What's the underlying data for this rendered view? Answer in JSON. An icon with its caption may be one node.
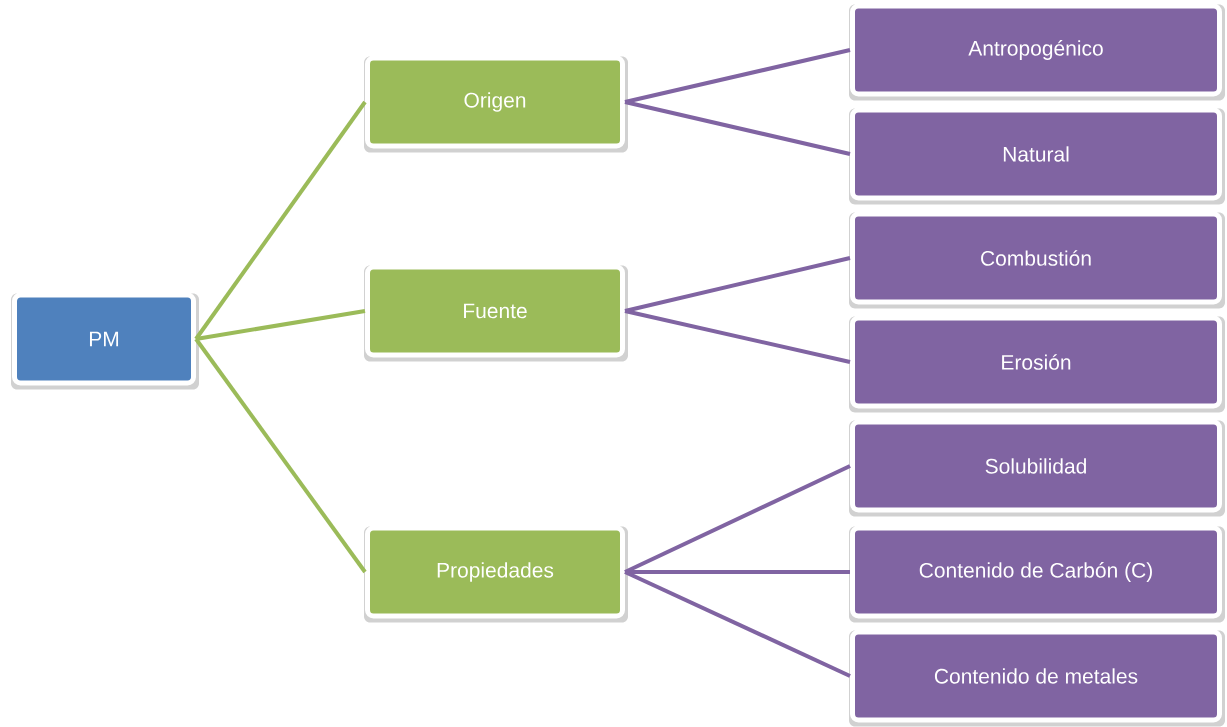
{
  "diagram": {
    "nodes": [
      {
        "text": [
          "PM"
        ]
      },
      {
        "text": [
          "Origen"
        ]
      },
      {
        "text": [
          "Fuente"
        ]
      },
      {
        "text": [
          "Propiedades"
        ]
      },
      {
        "text": [
          "Antropogénico"
        ]
      },
      {
        "text": [
          "Natural"
        ]
      },
      {
        "text": [
          "Combustión"
        ]
      },
      {
        "text": [
          "Erosión"
        ]
      },
      {
        "text": [
          "Solubilidad"
        ]
      },
      {
        "text": [
          "Contenido de Carbón (C)"
        ]
      },
      {
        "text": [
          "Contenido de metales"
        ]
      }
    ],
    "edges": [
      {
        "from": 0,
        "to": 1,
        "arrow": "none",
        "color": "#9bbb59"
      },
      {
        "from": 0,
        "to": 2,
        "arrow": "none",
        "color": "#9bbb59"
      },
      {
        "from": 0,
        "to": 3,
        "arrow": "none",
        "color": "#9bbb59"
      },
      {
        "from": 1,
        "to": 4,
        "arrow": "none"
      },
      {
        "from": 1,
        "to": 5,
        "arrow": "none"
      },
      {
        "from": 2,
        "to": 6,
        "arrow": "none"
      },
      {
        "from": 2,
        "to": 7,
        "arrow": "none"
      },
      {
        "from": 3,
        "to": 8,
        "arrow": "none"
      },
      {
        "from": 3,
        "to": 9,
        "arrow": "none"
      },
      {
        "from": 3,
        "to": 10,
        "arrow": "none"
      }
    ]
  }
}
